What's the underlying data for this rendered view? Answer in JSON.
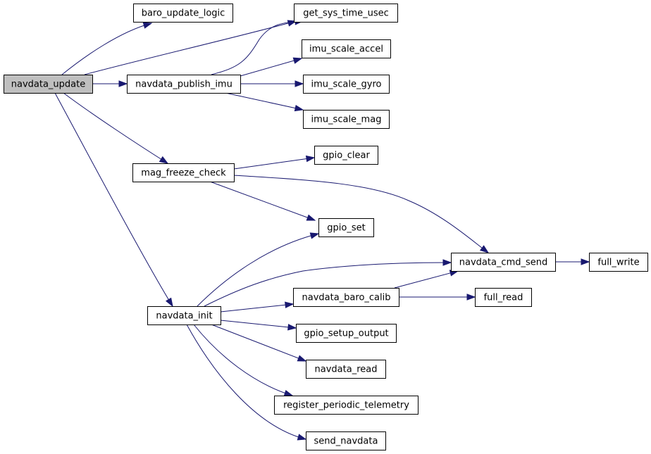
{
  "diagram": {
    "type": "call-graph",
    "colors": {
      "edge": "#191970",
      "root_fill": "#bfbfbf",
      "node_fill": "#ffffff",
      "node_border": "#000000"
    },
    "nodes": [
      {
        "id": "navdata_update",
        "label": "navdata_update",
        "root": true
      },
      {
        "id": "baro_update_logic",
        "label": "baro_update_logic"
      },
      {
        "id": "get_sys_time_usec",
        "label": "get_sys_time_usec"
      },
      {
        "id": "navdata_publish_imu",
        "label": "navdata_publish_imu"
      },
      {
        "id": "imu_scale_accel",
        "label": "imu_scale_accel"
      },
      {
        "id": "imu_scale_gyro",
        "label": "imu_scale_gyro"
      },
      {
        "id": "imu_scale_mag",
        "label": "imu_scale_mag"
      },
      {
        "id": "mag_freeze_check",
        "label": "mag_freeze_check"
      },
      {
        "id": "gpio_clear",
        "label": "gpio_clear"
      },
      {
        "id": "gpio_set",
        "label": "gpio_set"
      },
      {
        "id": "navdata_cmd_send",
        "label": "navdata_cmd_send"
      },
      {
        "id": "full_write",
        "label": "full_write"
      },
      {
        "id": "navdata_init",
        "label": "navdata_init"
      },
      {
        "id": "navdata_baro_calib",
        "label": "navdata_baro_calib"
      },
      {
        "id": "full_read",
        "label": "full_read"
      },
      {
        "id": "gpio_setup_output",
        "label": "gpio_setup_output"
      },
      {
        "id": "navdata_read",
        "label": "navdata_read"
      },
      {
        "id": "register_periodic_telemetry",
        "label": "register_periodic_telemetry"
      },
      {
        "id": "send_navdata",
        "label": "send_navdata"
      }
    ],
    "edges": [
      {
        "from": "navdata_update",
        "to": "baro_update_logic"
      },
      {
        "from": "navdata_update",
        "to": "get_sys_time_usec"
      },
      {
        "from": "navdata_update",
        "to": "navdata_publish_imu"
      },
      {
        "from": "navdata_update",
        "to": "mag_freeze_check"
      },
      {
        "from": "navdata_update",
        "to": "navdata_init"
      },
      {
        "from": "navdata_publish_imu",
        "to": "get_sys_time_usec"
      },
      {
        "from": "navdata_publish_imu",
        "to": "imu_scale_accel"
      },
      {
        "from": "navdata_publish_imu",
        "to": "imu_scale_gyro"
      },
      {
        "from": "navdata_publish_imu",
        "to": "imu_scale_mag"
      },
      {
        "from": "mag_freeze_check",
        "to": "gpio_clear"
      },
      {
        "from": "mag_freeze_check",
        "to": "gpio_set"
      },
      {
        "from": "mag_freeze_check",
        "to": "navdata_cmd_send"
      },
      {
        "from": "navdata_cmd_send",
        "to": "full_write"
      },
      {
        "from": "navdata_init",
        "to": "gpio_set"
      },
      {
        "from": "navdata_init",
        "to": "navdata_cmd_send"
      },
      {
        "from": "navdata_init",
        "to": "navdata_baro_calib"
      },
      {
        "from": "navdata_init",
        "to": "gpio_setup_output"
      },
      {
        "from": "navdata_init",
        "to": "navdata_read"
      },
      {
        "from": "navdata_init",
        "to": "register_periodic_telemetry"
      },
      {
        "from": "navdata_init",
        "to": "send_navdata"
      },
      {
        "from": "navdata_baro_calib",
        "to": "navdata_cmd_send"
      },
      {
        "from": "navdata_baro_calib",
        "to": "full_read"
      }
    ]
  }
}
